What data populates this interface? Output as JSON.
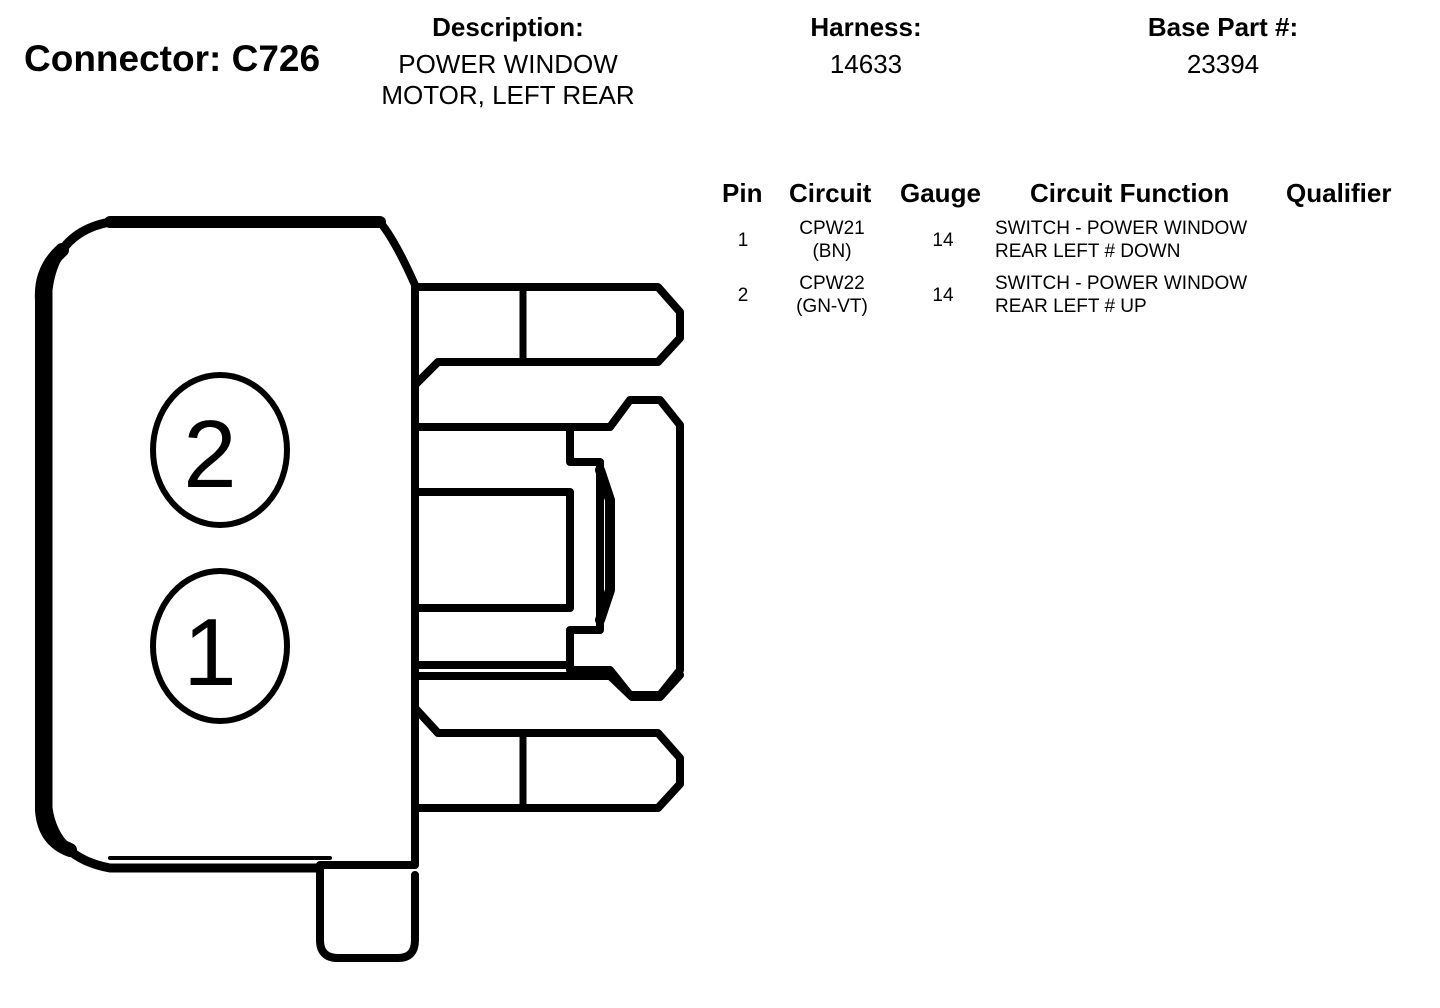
{
  "connector": {
    "label": "Connector: C726"
  },
  "header": {
    "description": {
      "label": "Description:",
      "line1": "POWER WINDOW",
      "line2": "MOTOR, LEFT REAR"
    },
    "harness": {
      "label": "Harness:",
      "value": "14633"
    },
    "base_part": {
      "label": "Base Part #:",
      "value": "23394"
    }
  },
  "table": {
    "columns": [
      "Pin",
      "Circuit",
      "Gauge",
      "Circuit Function",
      "Qualifier"
    ],
    "rows": [
      {
        "pin": "1",
        "circuit": "CPW21",
        "color": "(BN)",
        "gauge": "14",
        "function_line1": "SWITCH - POWER WINDOW",
        "function_line2": "REAR LEFT # DOWN",
        "qualifier": ""
      },
      {
        "pin": "2",
        "circuit": "CPW22",
        "color": "(GN-VT)",
        "gauge": "14",
        "function_line1": "SWITCH - POWER WINDOW",
        "function_line2": "REAR LEFT # UP",
        "qualifier": ""
      }
    ]
  },
  "diagram": {
    "pin_labels": [
      "2",
      "1"
    ]
  }
}
